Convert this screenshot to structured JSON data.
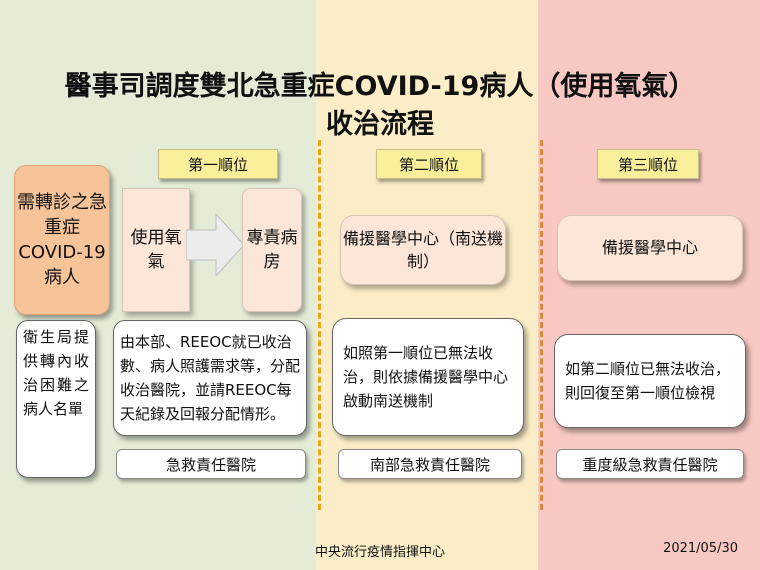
{
  "title": {
    "line1": "醫事司調度雙北急重症COVID-19病人（使用氧氣）",
    "line2": "收治流程"
  },
  "ranks": {
    "first": "第一順位",
    "second": "第二順位",
    "third": "第三順位"
  },
  "patient_box": "需轉診之急重症COVID-19病人",
  "left_desc": "衛生局提供轉內收治困難之病人名單",
  "first_column": {
    "use_oxygen": "使用氧氣",
    "dedicated_ward": "專責病房",
    "description": "由本部、REEOC就已收治數、病人照護需求等，分配收治醫院，並請REEOC每天紀錄及回報分配情形。",
    "hospital": "急救責任醫院"
  },
  "second_column": {
    "center": "備援醫學中心（南送機制）",
    "description": "如照第一順位已無法收治，則依據備援醫學中心啟動南送機制",
    "hospital": "南部急救責任醫院"
  },
  "third_column": {
    "center": "備援醫學中心",
    "description": "如第二順位已無法收治，則回復至第一順位檢視",
    "hospital": "重度級急救責任醫院"
  },
  "footer": {
    "org": "中央流行疫情指揮中心",
    "date": "2021/05/30"
  },
  "colors": {
    "green_bg": "#e4ecd7",
    "yellow_bg": "#faedc8",
    "red_bg": "#f7c9c2",
    "rank_label": "#f9ef9a",
    "patient_box": "#f7c49a",
    "flow_box": "#fbe6d8",
    "divider": "#e8a81e"
  },
  "icons": {
    "flow_arrow": "right-arrow-icon"
  }
}
